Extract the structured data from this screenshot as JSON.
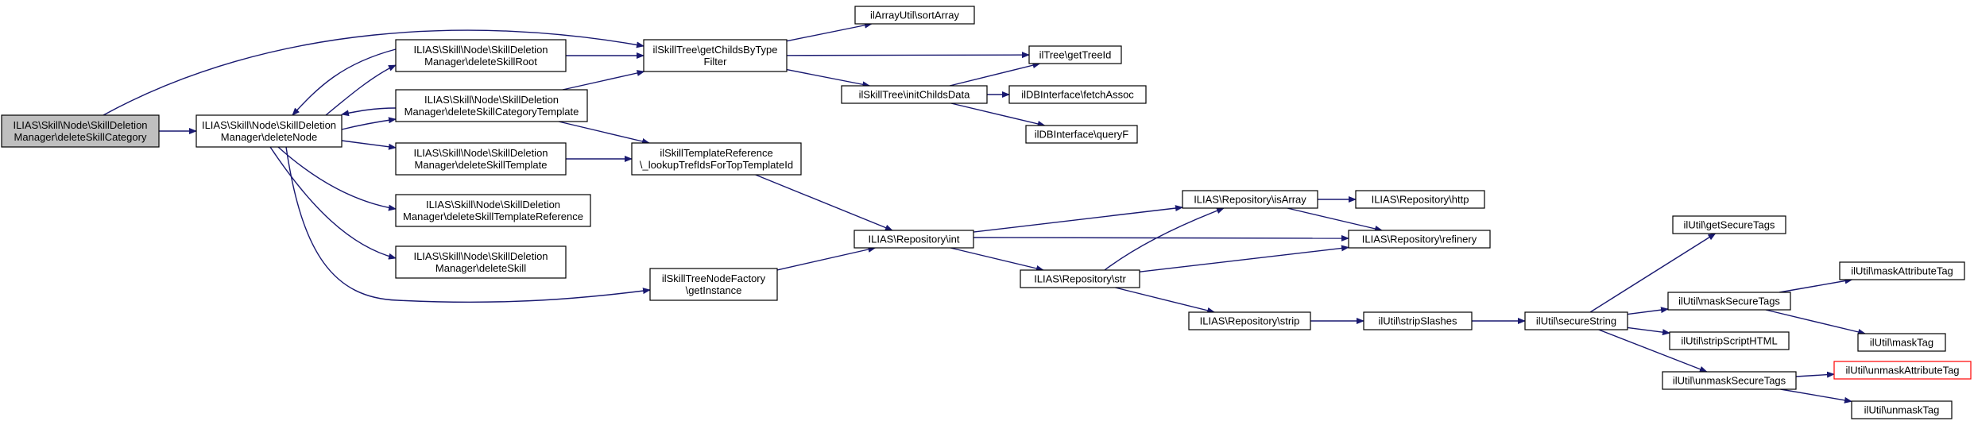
{
  "colors": {
    "edge": "#191970",
    "current_fill": "#bfbfbf",
    "node_fill": "#ffffff",
    "truncated_border": "#ff0000"
  },
  "nodes": {
    "root": {
      "lines": [
        "ILIAS\\Skill\\Node\\SkillDeletion",
        "Manager\\deleteSkillCategory"
      ],
      "state": "current"
    },
    "deleteNode": {
      "lines": [
        "ILIAS\\Skill\\Node\\SkillDeletion",
        "Manager\\deleteNode"
      ]
    },
    "deleteSkillRoot": {
      "lines": [
        "ILIAS\\Skill\\Node\\SkillDeletion",
        "Manager\\deleteSkillRoot"
      ]
    },
    "deleteSkillCategoryTemplate": {
      "lines": [
        "ILIAS\\Skill\\Node\\SkillDeletion",
        "Manager\\deleteSkillCategoryTemplate"
      ]
    },
    "deleteSkillTemplate": {
      "lines": [
        "ILIAS\\Skill\\Node\\SkillDeletion",
        "Manager\\deleteSkillTemplate"
      ]
    },
    "deleteSkillTemplateReference": {
      "lines": [
        "ILIAS\\Skill\\Node\\SkillDeletion",
        "Manager\\deleteSkillTemplateReference"
      ]
    },
    "deleteSkill": {
      "lines": [
        "ILIAS\\Skill\\Node\\SkillDeletion",
        "Manager\\deleteSkill"
      ]
    },
    "getChildsByTypeFilter": {
      "lines": [
        "ilSkillTree\\getChildsByType",
        "Filter"
      ]
    },
    "lookupTrefIds": {
      "lines": [
        "ilSkillTemplateReference",
        "\\_lookupTrefIdsForTopTemplateId"
      ]
    },
    "getInstance": {
      "lines": [
        "ilSkillTreeNodeFactory",
        "\\getInstance"
      ]
    },
    "sortArray": {
      "lines": [
        "ilArrayUtil\\sortArray"
      ]
    },
    "getTreeId": {
      "lines": [
        "ilTree\\getTreeId"
      ]
    },
    "initChildsData": {
      "lines": [
        "ilSkillTree\\initChildsData"
      ]
    },
    "fetchAssoc": {
      "lines": [
        "ilDBInterface\\fetchAssoc"
      ]
    },
    "queryF": {
      "lines": [
        "ilDBInterface\\queryF"
      ]
    },
    "repoInt": {
      "lines": [
        "ILIAS\\Repository\\int"
      ]
    },
    "repoStr": {
      "lines": [
        "ILIAS\\Repository\\str"
      ]
    },
    "repoIsArray": {
      "lines": [
        "ILIAS\\Repository\\isArray"
      ]
    },
    "repoHttp": {
      "lines": [
        "ILIAS\\Repository\\http"
      ]
    },
    "repoRefinery": {
      "lines": [
        "ILIAS\\Repository\\refinery"
      ]
    },
    "repoStrip": {
      "lines": [
        "ILIAS\\Repository\\strip"
      ]
    },
    "stripSlashes": {
      "lines": [
        "ilUtil\\stripSlashes"
      ]
    },
    "secureString": {
      "lines": [
        "ilUtil\\secureString"
      ]
    },
    "getSecureTags": {
      "lines": [
        "ilUtil\\getSecureTags"
      ]
    },
    "maskSecureTags": {
      "lines": [
        "ilUtil\\maskSecureTags"
      ]
    },
    "stripScriptHTML": {
      "lines": [
        "ilUtil\\stripScriptHTML"
      ]
    },
    "unmaskSecureTags": {
      "lines": [
        "ilUtil\\unmaskSecureTags"
      ]
    },
    "maskAttributeTag": {
      "lines": [
        "ilUtil\\maskAttributeTag"
      ]
    },
    "maskTag": {
      "lines": [
        "ilUtil\\maskTag"
      ]
    },
    "unmaskAttributeTag": {
      "lines": [
        "ilUtil\\unmaskAttributeTag"
      ],
      "state": "truncated"
    },
    "unmaskTag": {
      "lines": [
        "ilUtil\\unmaskTag"
      ]
    }
  },
  "edges": [
    [
      "root",
      "deleteNode"
    ],
    [
      "root",
      "getChildsByTypeFilter"
    ],
    [
      "deleteNode",
      "deleteSkillRoot"
    ],
    [
      "deleteNode",
      "deleteSkillCategoryTemplate"
    ],
    [
      "deleteNode",
      "deleteSkillTemplate"
    ],
    [
      "deleteNode",
      "deleteSkillTemplateReference"
    ],
    [
      "deleteNode",
      "deleteSkill"
    ],
    [
      "deleteNode",
      "getInstance"
    ],
    [
      "deleteSkillRoot",
      "deleteNode"
    ],
    [
      "deleteSkillRoot",
      "getChildsByTypeFilter"
    ],
    [
      "deleteSkillCategoryTemplate",
      "deleteNode"
    ],
    [
      "deleteSkillCategoryTemplate",
      "getChildsByTypeFilter"
    ],
    [
      "deleteSkillCategoryTemplate",
      "lookupTrefIds"
    ],
    [
      "deleteSkillTemplate",
      "lookupTrefIds"
    ],
    [
      "getChildsByTypeFilter",
      "sortArray"
    ],
    [
      "getChildsByTypeFilter",
      "getTreeId"
    ],
    [
      "getChildsByTypeFilter",
      "initChildsData"
    ],
    [
      "initChildsData",
      "getTreeId"
    ],
    [
      "initChildsData",
      "fetchAssoc"
    ],
    [
      "initChildsData",
      "queryF"
    ],
    [
      "lookupTrefIds",
      "repoInt"
    ],
    [
      "getInstance",
      "repoInt"
    ],
    [
      "repoInt",
      "repoIsArray"
    ],
    [
      "repoInt",
      "repoRefinery"
    ],
    [
      "repoInt",
      "repoStr"
    ],
    [
      "repoStr",
      "repoIsArray"
    ],
    [
      "repoStr",
      "repoRefinery"
    ],
    [
      "repoStr",
      "repoStrip"
    ],
    [
      "repoIsArray",
      "repoHttp"
    ],
    [
      "repoIsArray",
      "repoRefinery"
    ],
    [
      "repoStrip",
      "stripSlashes"
    ],
    [
      "stripSlashes",
      "secureString"
    ],
    [
      "secureString",
      "getSecureTags"
    ],
    [
      "secureString",
      "maskSecureTags"
    ],
    [
      "secureString",
      "stripScriptHTML"
    ],
    [
      "secureString",
      "unmaskSecureTags"
    ],
    [
      "maskSecureTags",
      "maskAttributeTag"
    ],
    [
      "maskSecureTags",
      "maskTag"
    ],
    [
      "unmaskSecureTags",
      "unmaskAttributeTag"
    ],
    [
      "unmaskSecureTags",
      "unmaskTag"
    ]
  ]
}
